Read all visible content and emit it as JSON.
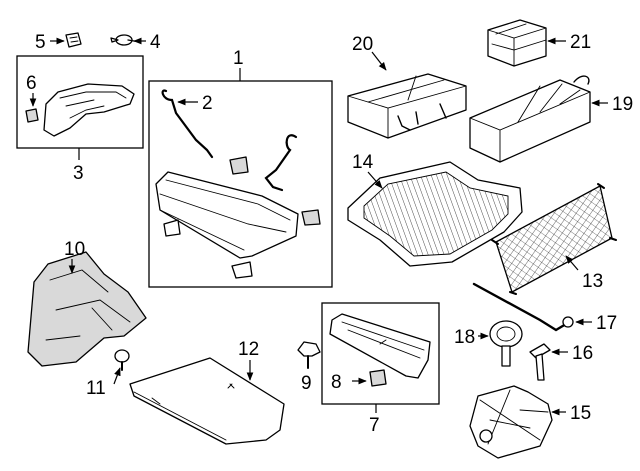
{
  "diagram": {
    "callouts": {
      "c1": "1",
      "c2": "2",
      "c3": "3",
      "c4": "4",
      "c5": "5",
      "c6": "6",
      "c7": "7",
      "c8": "8",
      "c9": "9",
      "c10": "10",
      "c11": "11",
      "c12": "12",
      "c13": "13",
      "c14": "14",
      "c15": "15",
      "c16": "16",
      "c17": "17",
      "c18": "18",
      "c19": "19",
      "c20": "20",
      "c21": "21"
    },
    "colors": {
      "line": "#000000",
      "shade": "#d9d9d9",
      "background": "#ffffff"
    }
  }
}
